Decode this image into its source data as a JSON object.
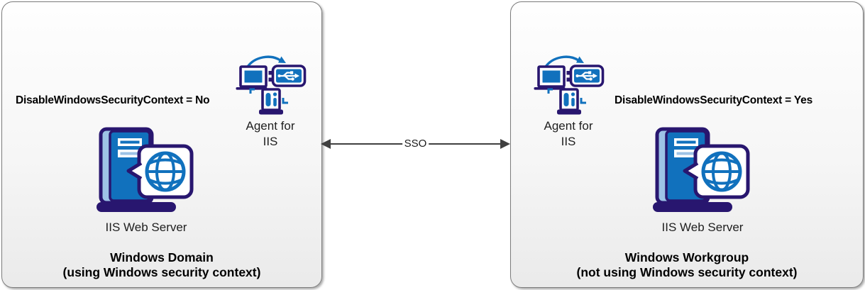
{
  "diagram": {
    "connector": {
      "label": "SSO"
    },
    "panels": [
      {
        "id": "windows-domain",
        "setting_label": "DisableWindowsSecurityContext = No",
        "agent_label_line1": "Agent for",
        "agent_label_line2": "IIS",
        "server_label": "IIS Web Server",
        "title": "Windows Domain",
        "subtitle": "(using Windows security context)"
      },
      {
        "id": "windows-workgroup",
        "setting_label": "DisableWindowsSecurityContext = Yes",
        "agent_label_line1": "Agent for",
        "agent_label_line2": "IIS",
        "server_label": "IIS Web Server",
        "title": "Windows Workgroup",
        "subtitle": "(not using Windows security context)"
      }
    ],
    "icons": {
      "agent": "agent-for-iis-icon",
      "server": "iis-web-server-icon"
    },
    "colors": {
      "icon_navy": "#28166F",
      "icon_blue": "#1171BD",
      "icon_light_blue": "#9DC3E6",
      "connector_gray": "#404040",
      "panel_border": "#7C7C7C"
    }
  }
}
